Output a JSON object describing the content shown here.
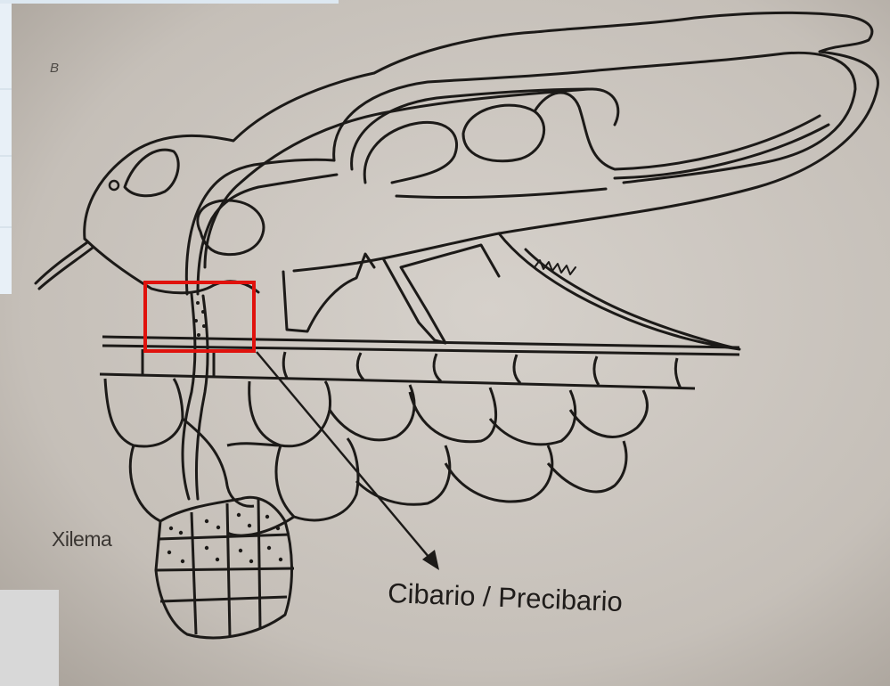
{
  "figure": {
    "panel_letter": "B",
    "labels": {
      "xylem": "Xilema",
      "cibarium": "Cibario / Precibario"
    },
    "colors": {
      "paper": "#c9c3bc",
      "ink": "#1c1a18",
      "highlight_box": "#e0120d",
      "left_margin_panel": "#e8f0f7",
      "bottom_left_patch": "#d8d8d8"
    },
    "highlight": "red box marking the feeding stylet region at the leaf surface"
  }
}
